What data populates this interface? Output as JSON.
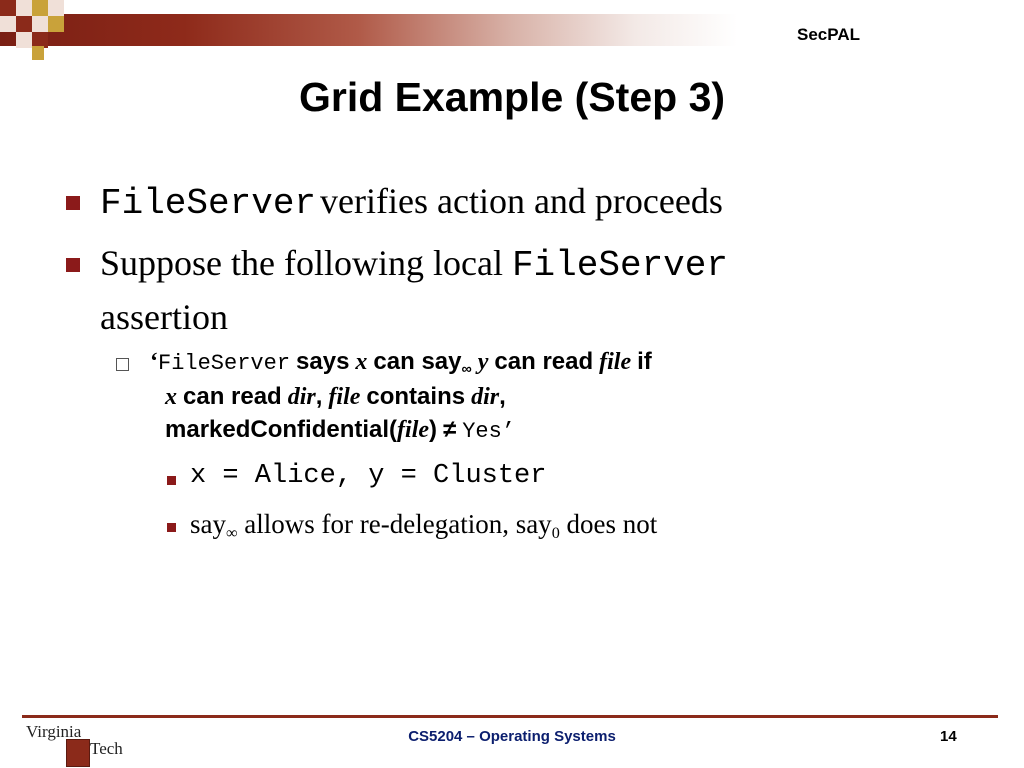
{
  "header": {
    "title": "SecPAL"
  },
  "slide": {
    "title": "Grid Example (Step 3)"
  },
  "bullets": {
    "b1": {
      "code": "FileServer",
      "text": "verifies action and proceeds"
    },
    "b2": {
      "text_a": "Suppose the following local ",
      "code": "FileServer",
      "text_b": "assertion"
    },
    "assertion": {
      "l1_quote": "‘",
      "l1_code": "FileServer",
      "l1_says": "says",
      "l1_x": "x",
      "l1_cansay": "can say",
      "l1_inf": "∞",
      "l1_y": "y",
      "l1_canread": "can read",
      "l1_file": "file",
      "l1_if": "if",
      "l2_x": "x",
      "l2_canread": "can read",
      "l2_dir": "dir",
      "l2_comma": ",",
      "l2_file": "file",
      "l2_contains": "contains",
      "l2_dir2": "dir",
      "l2_comma2": ",",
      "l3_mc": "markedConfidential(",
      "l3_file": "file",
      "l3_close": ")",
      "l3_ne": "≠",
      "l3_yes": "Yes’"
    },
    "sub1": {
      "text": "x = Alice, y = Cluster"
    },
    "sub2": {
      "say": "say",
      "inf": "∞",
      "mid": " allows for re-delegation, say",
      "zero": "0",
      "end": " does not"
    }
  },
  "footer": {
    "course": "CS5204 – Operating Systems",
    "page": "14",
    "logo_top": "Virginia",
    "logo_bottom": "Tech"
  },
  "colors": {
    "accent": "#8b1a1a",
    "footer_text": "#0b1e6e"
  }
}
